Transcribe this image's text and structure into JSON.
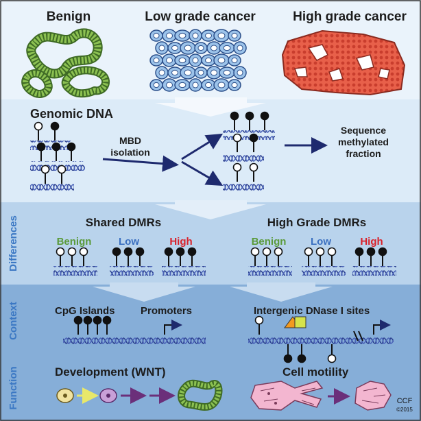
{
  "header": {
    "benign": "Benign",
    "low_grade": "Low grade cancer",
    "high_grade": "High grade cancer"
  },
  "dna_panel": {
    "title": "Genomic DNA",
    "mbd_line1": "MBD",
    "mbd_line2": "isolation",
    "seq_line1": "Sequence",
    "seq_line2": "methylated",
    "seq_line3": "fraction"
  },
  "differences": {
    "side_label": "Differences",
    "shared_title": "Shared DMRs",
    "high_title": "High Grade DMRs",
    "benign": "Benign",
    "low": "Low",
    "high": "High"
  },
  "context": {
    "side_label": "Context",
    "cpg": "CpG Islands",
    "promoters": "Promoters",
    "intergenic": "Intergenic DNase I sites"
  },
  "function": {
    "side_label": "Function",
    "development": "Development (WNT)",
    "motility": "Cell motility"
  },
  "credit": {
    "line1": "CCF",
    "line2": "©2015"
  },
  "colors": {
    "benign_green": "#5a9a3a",
    "low_blue": "#3a6fc0",
    "high_red": "#d9222a",
    "dna_blue": "#2b3f8f",
    "arrow_navy": "#1e2a6e",
    "panel_top": "#eaf3fb",
    "panel_dna": "#dcebf8",
    "panel_diff": "#b9d3ec",
    "panel_ctx": "#86aed8"
  }
}
